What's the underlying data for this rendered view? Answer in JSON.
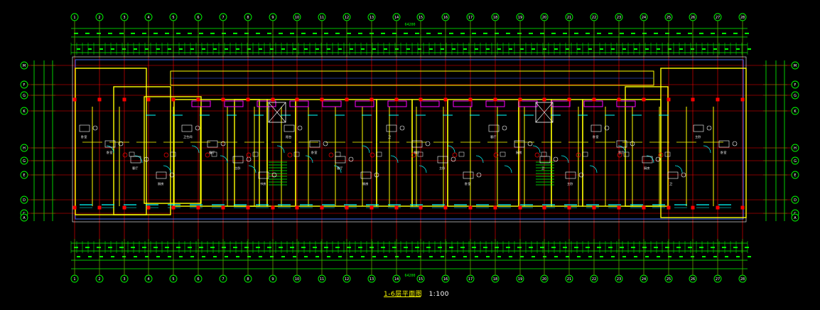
{
  "drawing": {
    "title": "1-6层平面图",
    "scale": "1:100"
  },
  "colors": {
    "background": "#000000",
    "dimension": "#00ff00",
    "axis_line": "#ff0000",
    "wall": "#ffff00",
    "partition": "#ff00ff",
    "window": "#00ffff",
    "furniture": "#ffffff",
    "outline_blue": "#3f6bff"
  },
  "axes": {
    "top": [
      "1",
      "2",
      "3",
      "4",
      "5",
      "6",
      "7",
      "8",
      "9",
      "10",
      "11",
      "12",
      "13",
      "14",
      "15",
      "16",
      "17",
      "18",
      "19",
      "20",
      "21",
      "22",
      "23",
      "24",
      "25",
      "26",
      "27",
      "28"
    ],
    "bottom": [
      "1",
      "2",
      "3",
      "4",
      "5",
      "6",
      "7",
      "8",
      "9",
      "10",
      "11",
      "12",
      "13",
      "14",
      "15",
      "16",
      "17",
      "18",
      "19",
      "20",
      "21",
      "22",
      "23",
      "24",
      "25",
      "26",
      "27",
      "28"
    ],
    "left": [
      "M",
      "F",
      "G",
      "K",
      "H",
      "G",
      "E",
      "D",
      "C",
      "A"
    ],
    "right": [
      "M",
      "F",
      "G",
      "K",
      "H",
      "G",
      "E",
      "D",
      "C",
      "A"
    ]
  },
  "dimension_totals": {
    "top_overall": "64200",
    "bottom_overall": "64200"
  },
  "room_labels": [
    "卧室",
    "卧室",
    "客厅",
    "厨房",
    "卫生间",
    "餐厅",
    "主卧",
    "书房",
    "阳台",
    "卧室",
    "客厅",
    "厨房",
    "卫",
    "餐厅",
    "主卧",
    "卧室",
    "客厅",
    "厨房",
    "卫",
    "主卧",
    "卧室",
    "客厅",
    "厨房",
    "卫",
    "主卧",
    "卧室"
  ]
}
